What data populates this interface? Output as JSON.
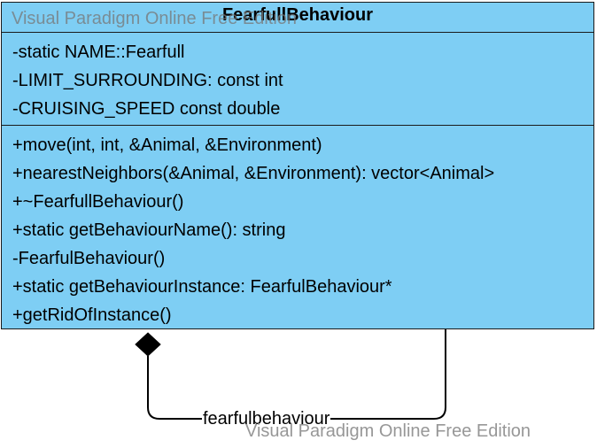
{
  "class": {
    "name": "FearfullBehaviour",
    "attributes": [
      "-static NAME::Fearfull",
      "-LIMIT_SURROUNDING: const int",
      "-CRUISING_SPEED const double"
    ],
    "operations": [
      "+move(int, int, &Animal, &Environment)",
      "+nearestNeighbors(&Animal, &Environment): vector<Animal>",
      "+~FearfullBehaviour()",
      "+static getBehaviourName(): string",
      "-FearfulBehaviour()",
      "+static getBehaviourInstance: FearfulBehaviour*",
      "+getRidOfInstance()"
    ]
  },
  "association": {
    "label": "fearfulbehaviour",
    "type": "composition"
  },
  "watermark": {
    "text": "Visual Paradigm Online Free Edition"
  },
  "colors": {
    "class_fill": "#7ecef4",
    "border": "#1a1a1a",
    "watermark": "#8c8c8c"
  }
}
